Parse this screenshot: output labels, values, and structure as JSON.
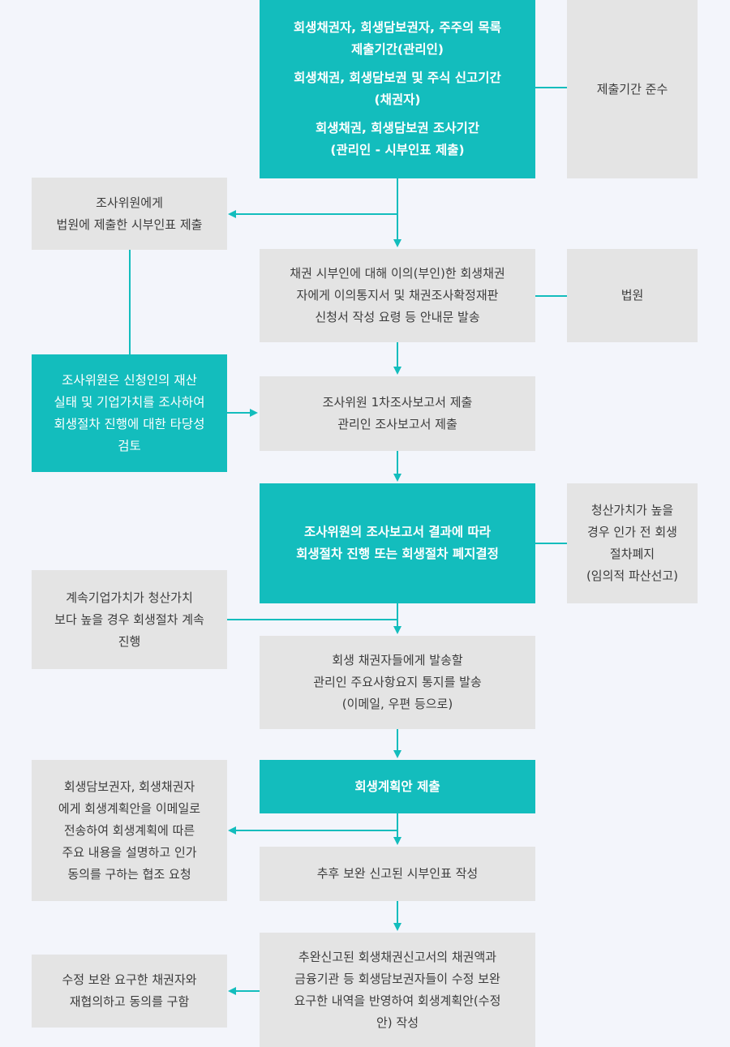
{
  "colors": {
    "teal": "#13bdbd",
    "gray_box": "#e4e4e4",
    "background": "#f3f5fb",
    "connector": "#13bdbd"
  },
  "nodes": {
    "top": {
      "lines": [
        "회생채권자, 회생담보권자, 주주의 목록",
        "제출기간(관리인)",
        "회생채권, 회생담보권 및 주식 신고기간",
        "(채권자)",
        "회생채권, 회생담보권 조사기간",
        "(관리인 - 시부인표 제출)"
      ]
    },
    "deadline": {
      "lines": [
        "제출기간 준수"
      ]
    },
    "to_examiner": {
      "lines": [
        "조사위원에게",
        "법원에 제출한 시부인표 제출"
      ]
    },
    "notice": {
      "lines": [
        "채권 시부인에 대해 이의(부인)한 회생채권",
        "자에게 이의통지서 및 채권조사확정재판",
        "신청서 작성 요령 등 안내문 발송"
      ]
    },
    "court": {
      "lines": [
        "법원"
      ]
    },
    "examiner_review": {
      "lines": [
        "조사위원은 신청인의 재산",
        "실태 및 기업가치를 조사하여",
        "회생절차 진행에 대한 타당성",
        "검토"
      ]
    },
    "reports": {
      "lines": [
        "조사위원 1차조사보고서 제출",
        "관리인 조사보고서 제출"
      ]
    },
    "decision": {
      "lines": [
        "조사위원의 조사보고서 결과에 따라",
        "회생절차 진행 또는 회생절차 폐지결정"
      ]
    },
    "abolish": {
      "lines": [
        "청산가치가 높을",
        "경우 인가 전 회생",
        "절차폐지",
        "(임의적 파산선고)"
      ]
    },
    "continue": {
      "lines": [
        "계속기업가치가 청산가치",
        "보다 높을 경우 회생절차 계속",
        "진행"
      ]
    },
    "summary_notice": {
      "lines": [
        "회생 채권자들에게 발송할",
        "관리인 주요사항요지 통지를 발송",
        "(이메일, 우편 등으로)"
      ]
    },
    "plan_submit": {
      "lines": [
        "회생계획안 제출"
      ]
    },
    "cooperation": {
      "lines": [
        "회생담보권자, 회생채권자",
        "에게 회생계획안을 이메일로",
        "전송하여 회생계획에 따른",
        "주요 내용을 설명하고 인가",
        "동의를 구하는 협조 요청"
      ]
    },
    "supplement": {
      "lines": [
        "추후 보완 신고된 시부인표 작성"
      ]
    },
    "revised_plan": {
      "lines": [
        "추완신고된 회생채권신고서의 채권액과",
        "금융기관 등 회생담보권자들이 수정 보완",
        "요구한 내역을 반영하여 회생계획안(수정",
        "안) 작성"
      ]
    },
    "renegotiate": {
      "lines": [
        "수정 보완 요구한 채권자와",
        "재협의하고 동의를 구함"
      ]
    }
  }
}
